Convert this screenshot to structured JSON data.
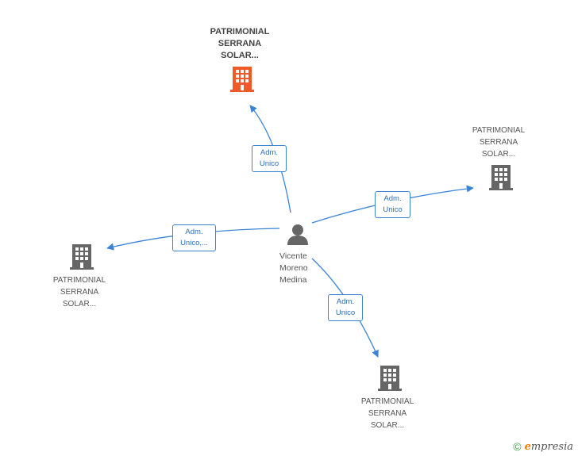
{
  "center": {
    "name": "Vicente\nMoreno\nMedina",
    "line1": "Vicente",
    "line2": "Moreno",
    "line3": "Medina"
  },
  "companies": [
    {
      "id": "top",
      "line1": "PATRIMONIAL",
      "line2": "SERRANA",
      "line3": "SOLAR...",
      "color": "#f05a28",
      "highlight": true
    },
    {
      "id": "right",
      "line1": "PATRIMONIAL",
      "line2": "SERRANA",
      "line3": "SOLAR...",
      "color": "#666666",
      "highlight": false
    },
    {
      "id": "left",
      "line1": "PATRIMONIAL",
      "line2": "SERRANA",
      "line3": "SOLAR...",
      "color": "#666666",
      "highlight": false
    },
    {
      "id": "bottom",
      "line1": "PATRIMONIAL",
      "line2": "SERRANA",
      "line3": "SOLAR...",
      "color": "#666666",
      "highlight": false
    }
  ],
  "edges": [
    {
      "to": "top",
      "line1": "Adm.",
      "line2": "Unico"
    },
    {
      "to": "right",
      "line1": "Adm.",
      "line2": "Unico"
    },
    {
      "to": "left",
      "line1": "Adm.",
      "line2": "Unico,..."
    },
    {
      "to": "bottom",
      "line1": "Adm.",
      "line2": "Unico"
    }
  ],
  "footer": {
    "copyright": "©",
    "brand_first": "e",
    "brand_rest": "mpresia"
  },
  "colors": {
    "edge": "#3a84d6",
    "highlight": "#f05a28",
    "building": "#666666",
    "brand": "#3aa04a"
  }
}
